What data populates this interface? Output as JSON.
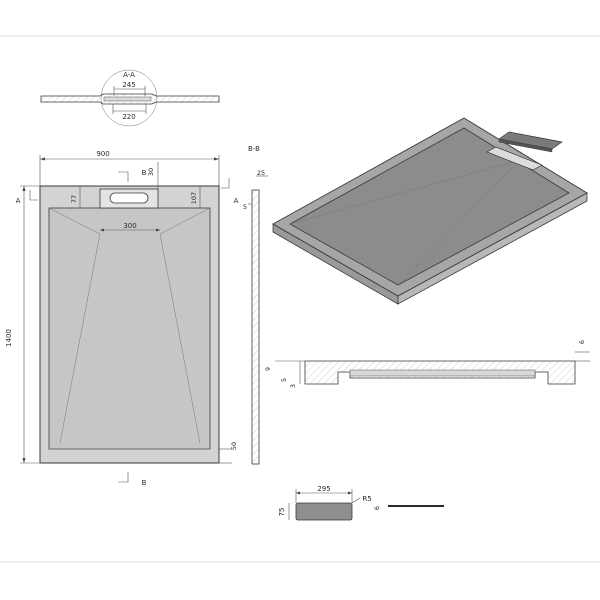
{
  "drawing": {
    "section_aa_label": "A-A",
    "section_bb_label": "B-B",
    "dims": {
      "section_aa_top": "245",
      "section_aa_bottom": "220",
      "width": "900",
      "length": "1400",
      "drain_offset_left": "77",
      "drain_depth": "30",
      "drain_offset_right": "107",
      "drain_width": "300",
      "rim_bottom": "50",
      "bb_thickness": "25",
      "bb_small": "5",
      "profile_nine": "9",
      "profile_five": "5",
      "profile_three": "3",
      "profile_six": "6",
      "grate_width": "295",
      "grate_height": "75",
      "grate_radius": "R5",
      "grate_thickness": "6"
    },
    "markers": {
      "section_a": "A",
      "section_b": "B"
    },
    "colors": {
      "tray_fill": "#c8c8c8",
      "line": "#3a3a3a",
      "iso_face": "#8a8a8a",
      "iso_rim": "#9a9a9a"
    }
  }
}
